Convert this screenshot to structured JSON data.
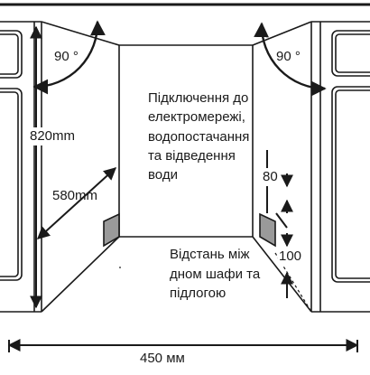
{
  "diagram": {
    "dimensions": {
      "angle_left": "90 °",
      "angle_right": "90 °",
      "height": "820mm",
      "depth": "580mm",
      "width": "450 мм",
      "utility_clearance": "80",
      "floor_clearance": "100"
    },
    "notes": {
      "utilities": [
        "Підключення до",
        "електромережі,",
        "водопостачання",
        "та відведення",
        "води"
      ],
      "floor_gap": [
        "Відстань між",
        "дном шафи та",
        "підлогою"
      ]
    },
    "colors": {
      "line": "#1a1a1a",
      "fill_gray": "#9a9a9a",
      "background": "#ffffff"
    }
  }
}
